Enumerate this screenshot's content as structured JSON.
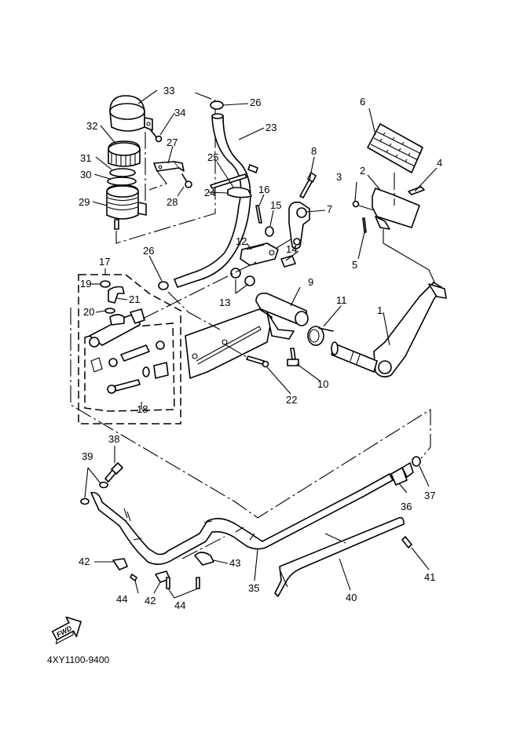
{
  "diagram": {
    "type": "exploded parts diagram",
    "subject": "rear brake pedal and master cylinder assembly",
    "drawing_code": "4XY1100-9400",
    "direction_marker": {
      "label": "FWD",
      "icon": "forward-arrow-icon"
    },
    "callouts": {
      "c1": "1",
      "c2": "2",
      "c3": "3",
      "c4": "4",
      "c5": "5",
      "c6": "6",
      "c7": "7",
      "c8": "8",
      "c9": "9",
      "c10": "10",
      "c11": "11",
      "c12": "12",
      "c13": "13",
      "c14": "14",
      "c15": "15",
      "c16": "16",
      "c17": "17",
      "c18": "18",
      "c19": "19",
      "c20": "20",
      "c21": "21",
      "c22": "22",
      "c23": "23",
      "c24": "24",
      "c25": "25",
      "c26a": "26",
      "c26b": "26",
      "c27": "27",
      "c28": "28",
      "c29": "29",
      "c30": "30",
      "c31": "31",
      "c32": "32",
      "c33": "33",
      "c34": "34",
      "c35": "35",
      "c36": "36",
      "c37": "37",
      "c38": "38",
      "c39": "39",
      "c40": "40",
      "c41": "41",
      "c42a": "42",
      "c42b": "42",
      "c43": "43",
      "c44a": "44",
      "c44b": "44"
    }
  }
}
